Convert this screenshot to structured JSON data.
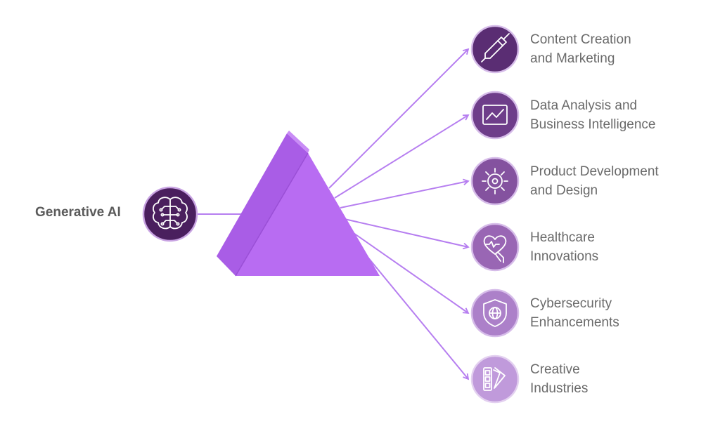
{
  "source": {
    "label": "Generative AI",
    "icon": "brain-circuit-icon"
  },
  "colors": {
    "prism": "#b86cf2",
    "prism_edge": "#9a4fd6",
    "prism_top": "#c98cf6",
    "arrow": "#b67ef0",
    "icon_stroke": "#ffffff"
  },
  "outputs": [
    {
      "line1": "Content Creation",
      "line2": "and Marketing",
      "icon": "pen-icon",
      "color": "#5a2d73"
    },
    {
      "line1": "Data Analysis and",
      "line2": "Business Intelligence",
      "icon": "line-chart-icon",
      "color": "#6e3d8a"
    },
    {
      "line1": "Product Development",
      "line2": "and Design",
      "icon": "gear-target-icon",
      "color": "#84529f"
    },
    {
      "line1": "Healthcare",
      "line2": "Innovations",
      "icon": "heart-hand-icon",
      "color": "#9966b4"
    },
    {
      "line1": "Cybersecurity",
      "line2": "Enhancements",
      "icon": "shield-globe-icon",
      "color": "#ac80c9"
    },
    {
      "line1": "Creative",
      "line2": "Industries",
      "icon": "color-swatch-icon",
      "color": "#c09adb"
    }
  ]
}
